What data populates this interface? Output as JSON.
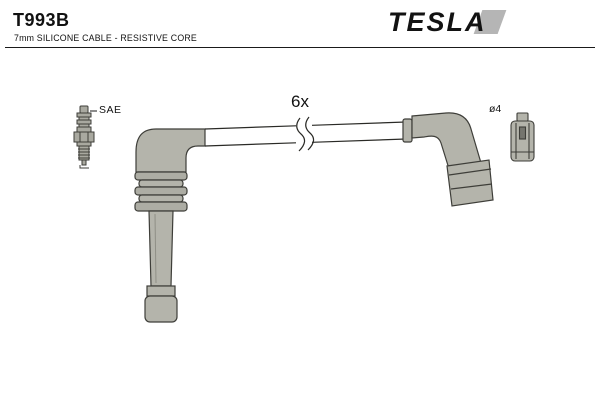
{
  "header": {
    "part_number": "T993B",
    "subtitle": "7mm SILICONE CABLE - RESISTIVE CORE",
    "brand": "TESLA",
    "brand_color": "#121212",
    "brand_flag_color": "#b5b5b5"
  },
  "diagram": {
    "quantity_label": "6x",
    "spark_plug_standard_label": "SAE",
    "terminal_diameter_label": "ø4",
    "part_fill_color": "#b4b4ab",
    "outline_color": "#3e3e39"
  }
}
